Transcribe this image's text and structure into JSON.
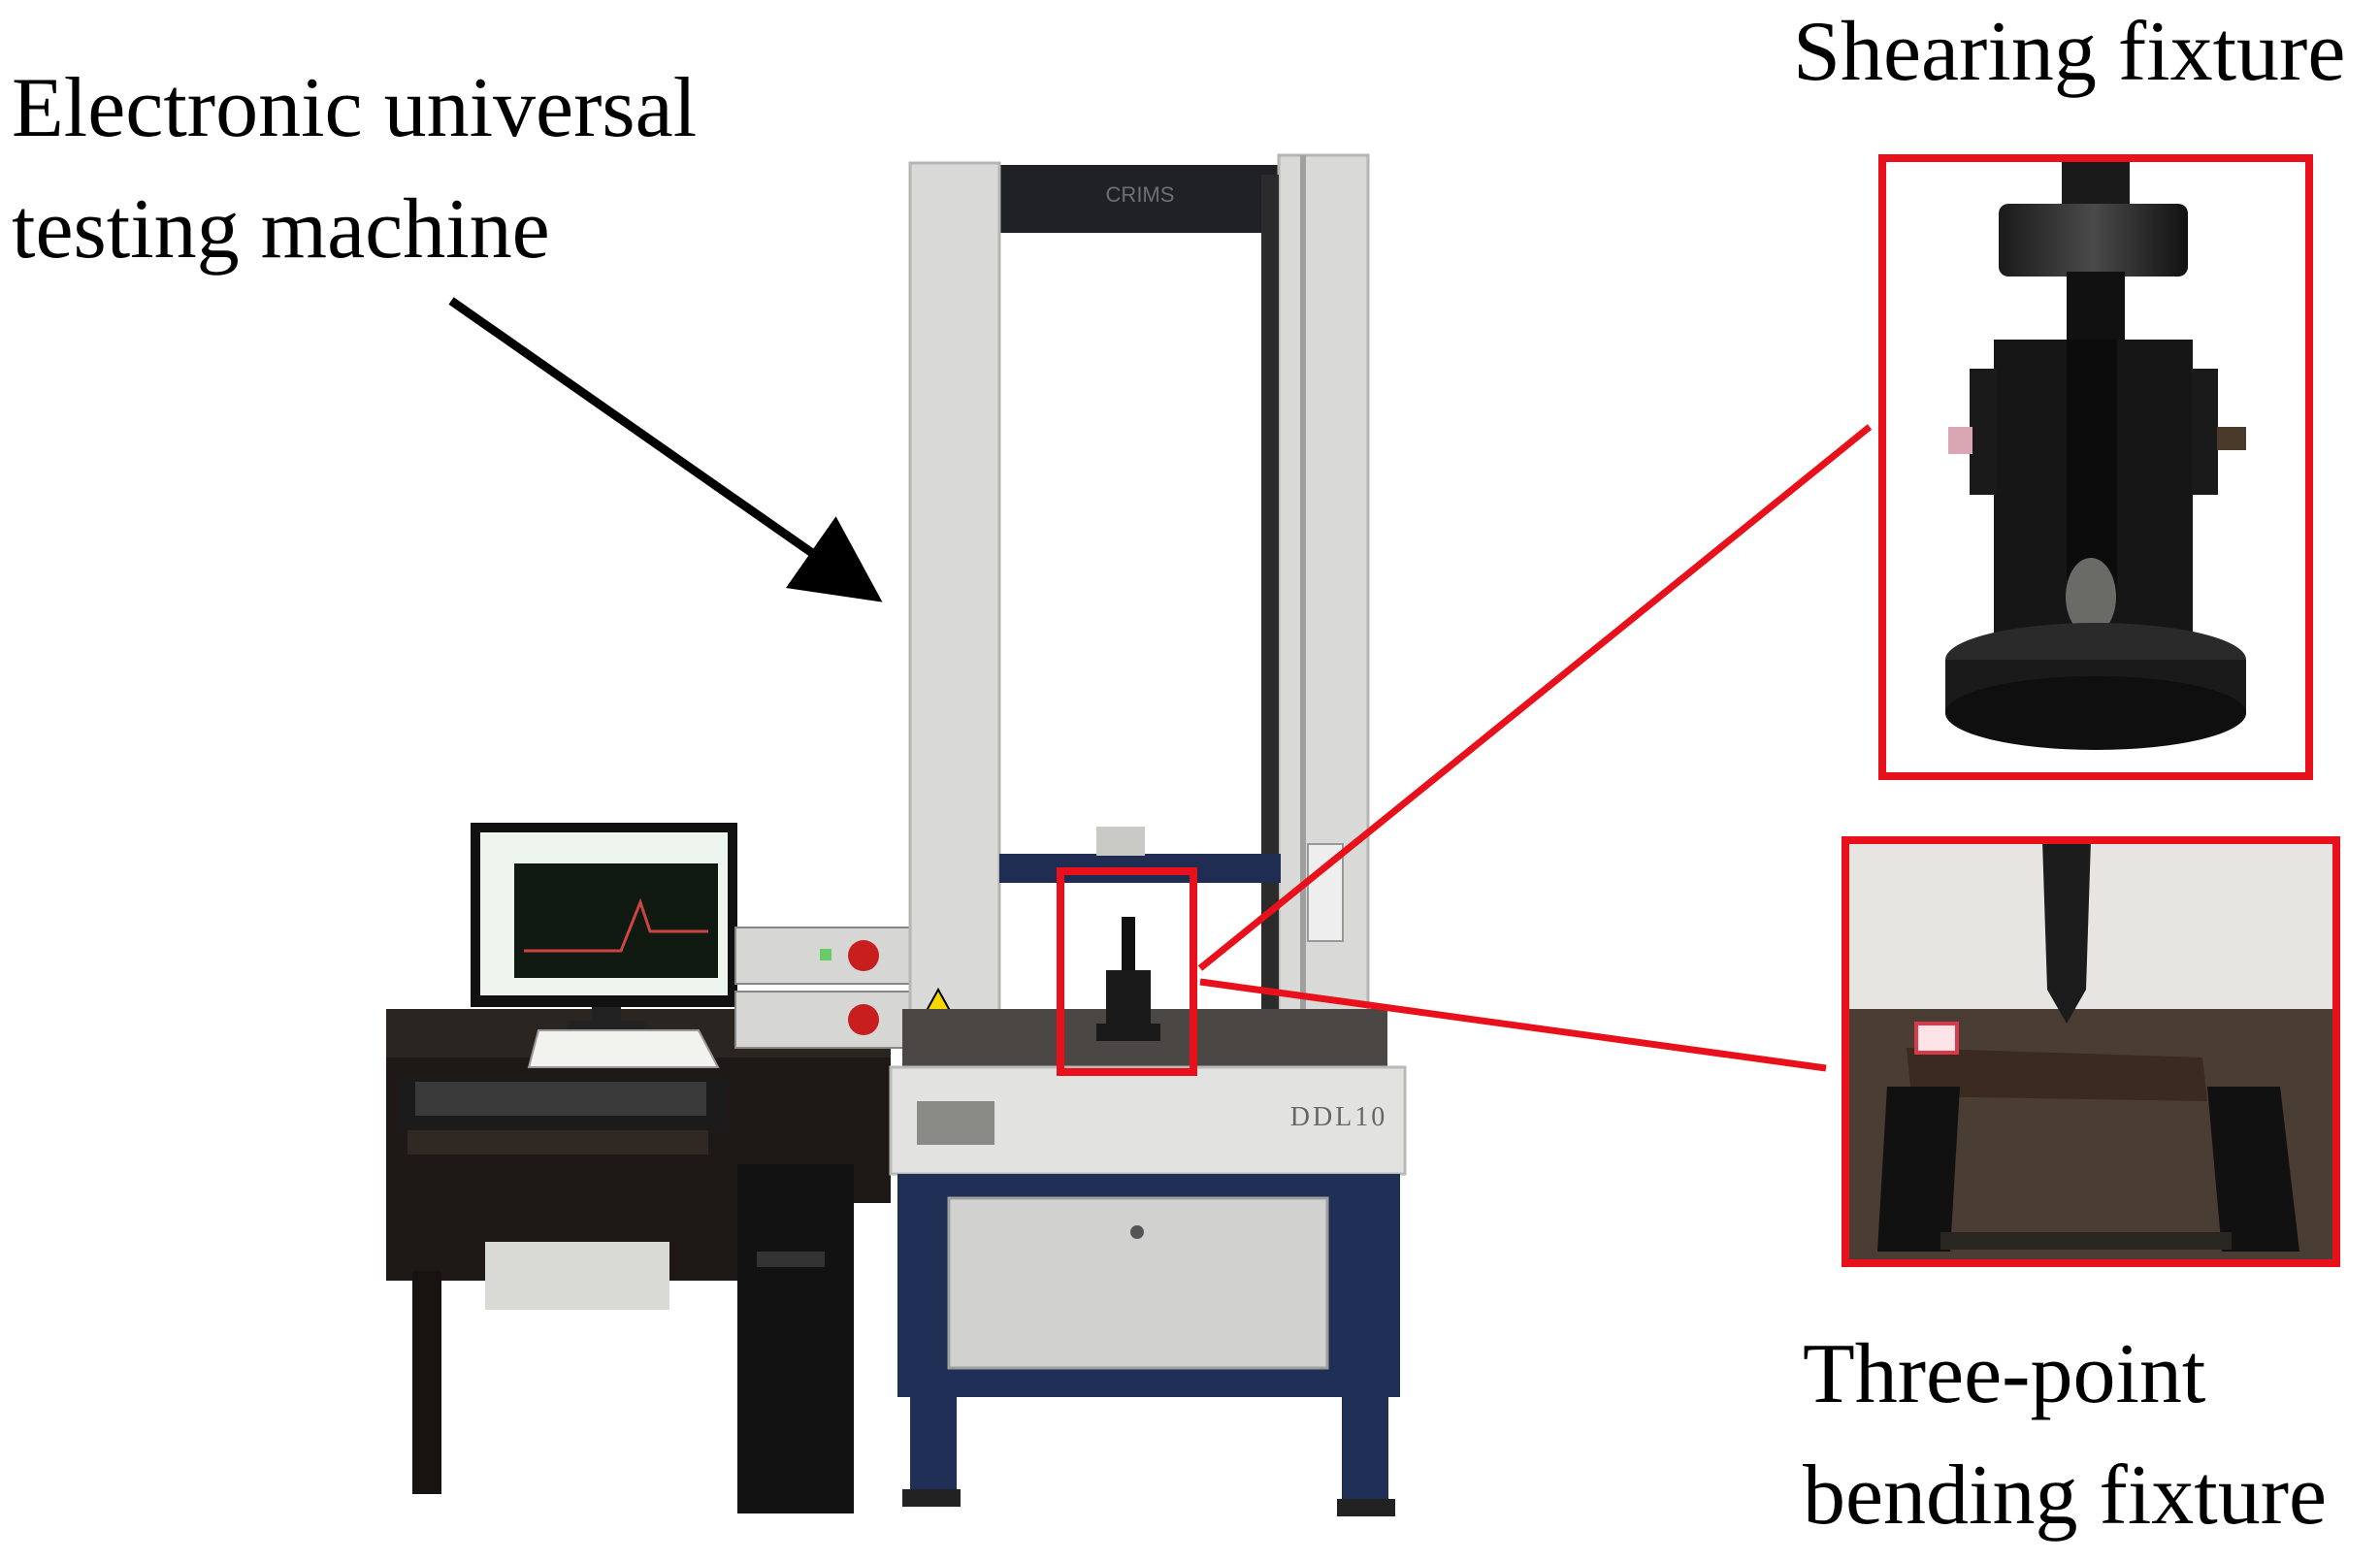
{
  "labels": {
    "machine_line1": "Electronic universal",
    "machine_line2": "testing machine",
    "shearing": "Shearing fixture",
    "bending_line1": "Three-point",
    "bending_line2": "bending fixture"
  },
  "machine_marks": {
    "brand": "CRIMS",
    "model": "DDL10"
  },
  "colors": {
    "callout": "#e8101a",
    "arrow": "#000000",
    "frame_gray": "#d6d7d4",
    "base_blue": "#1f2f55"
  }
}
